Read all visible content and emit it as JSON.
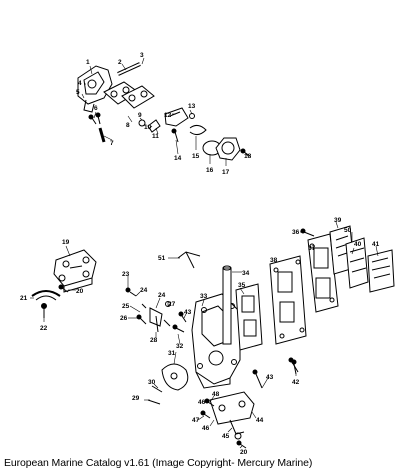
{
  "caption": "European Marine Catalog v1.61 (Image Copyright- Mercury Marine)",
  "callouts": [
    {
      "id": "c1",
      "text": "1"
    },
    {
      "id": "c2",
      "text": "2"
    },
    {
      "id": "c3",
      "text": "3"
    },
    {
      "id": "c4",
      "text": "4"
    },
    {
      "id": "c5",
      "text": "5"
    },
    {
      "id": "c6",
      "text": "6"
    },
    {
      "id": "c7",
      "text": "7"
    },
    {
      "id": "c8",
      "text": "8"
    },
    {
      "id": "c9",
      "text": "9"
    },
    {
      "id": "c10",
      "text": "10"
    },
    {
      "id": "c11",
      "text": "11"
    },
    {
      "id": "c12",
      "text": "12"
    },
    {
      "id": "c13",
      "text": "13"
    },
    {
      "id": "c14",
      "text": "14"
    },
    {
      "id": "c15",
      "text": "15"
    },
    {
      "id": "c16",
      "text": "16"
    },
    {
      "id": "c17",
      "text": "17"
    },
    {
      "id": "c18",
      "text": "18"
    },
    {
      "id": "c19",
      "text": "19"
    },
    {
      "id": "c20a",
      "text": "20"
    },
    {
      "id": "c21",
      "text": "21"
    },
    {
      "id": "c22",
      "text": "22"
    },
    {
      "id": "c23",
      "text": "23"
    },
    {
      "id": "c24a",
      "text": "24"
    },
    {
      "id": "c25",
      "text": "25"
    },
    {
      "id": "c26",
      "text": "26"
    },
    {
      "id": "c24b",
      "text": "24"
    },
    {
      "id": "c27",
      "text": "27"
    },
    {
      "id": "c28",
      "text": "28"
    },
    {
      "id": "c32",
      "text": "32"
    },
    {
      "id": "c33",
      "text": "33"
    },
    {
      "id": "c31",
      "text": "31"
    },
    {
      "id": "c43a",
      "text": "43"
    },
    {
      "id": "c51",
      "text": "51"
    },
    {
      "id": "c34",
      "text": "34"
    },
    {
      "id": "c35",
      "text": "35"
    },
    {
      "id": "c36",
      "text": "36"
    },
    {
      "id": "c37",
      "text": "37"
    },
    {
      "id": "c38",
      "text": "38"
    },
    {
      "id": "c39",
      "text": "39"
    },
    {
      "id": "c50",
      "text": "50"
    },
    {
      "id": "c40",
      "text": "40"
    },
    {
      "id": "c41",
      "text": "41"
    },
    {
      "id": "c42",
      "text": "42"
    },
    {
      "id": "c43b",
      "text": "43"
    },
    {
      "id": "c30",
      "text": "30"
    },
    {
      "id": "c29",
      "text": "29"
    },
    {
      "id": "c48",
      "text": "48"
    },
    {
      "id": "c46a",
      "text": "46"
    },
    {
      "id": "c47",
      "text": "47"
    },
    {
      "id": "c46b",
      "text": "46"
    },
    {
      "id": "c45",
      "text": "45"
    },
    {
      "id": "c44",
      "text": "44"
    },
    {
      "id": "c20b",
      "text": "20"
    }
  ]
}
